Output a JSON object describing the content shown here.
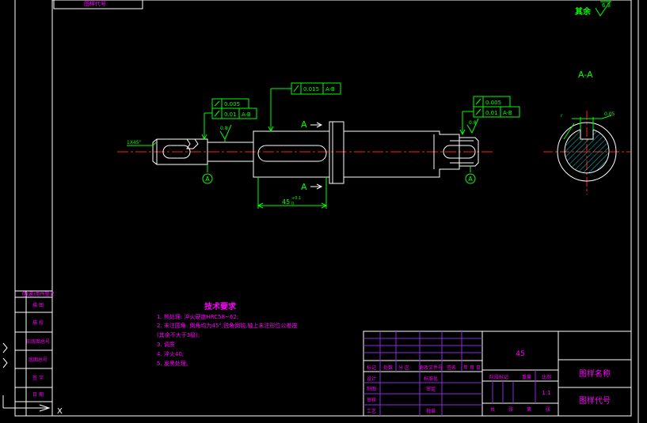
{
  "colors": {
    "background": "#000000",
    "line": "#ffffff",
    "frame": "#ffffff",
    "text": "#ff00ff",
    "centerline": "#ff2020",
    "dimension": "#00ff00",
    "hatch": "#00ffff",
    "table_inner": "#8a2be2"
  },
  "top_stamp": "图样代号",
  "roughness": {
    "label": "其余",
    "value": "6.3"
  },
  "section": {
    "title": "A-A"
  },
  "tolerances": {
    "left_top_value": "0.005",
    "left_bottom_value": "0.01",
    "left_bottom_datum": "A-B",
    "mid_value": "0.015",
    "mid_datum": "A-B",
    "right_top_value": "0.005",
    "right_bottom_value": "0.01",
    "right_bottom_datum": "A-B",
    "section_value": "0.05"
  },
  "dimensions": {
    "left_note": "1X45°",
    "left_roughness": "0.8",
    "right_roughness": "0.8",
    "length": "45",
    "length_sub": "0",
    "length_sup": "+0.1",
    "section_dim": "r",
    "datum_letter": "A",
    "cut_label": "A"
  },
  "tech_req": {
    "title": "技术要求",
    "lines": [
      "1. 热处理: 淬火硬度HRC58~62;",
      "2. 未注圆角: 倒角均为45°,锐角倒钝,轴上未注形位公差按",
      "(其余不大于3级);",
      "3. 调质",
      "4. 淬火40;",
      "5. 发黑处理。"
    ]
  },
  "side_labels": [
    "借(通)用件登记",
    "描 图",
    "描 校",
    "旧底图总号",
    "底图总号",
    "签 字",
    "日 期"
  ],
  "side_marker": "X",
  "title_block": {
    "material": "45",
    "drawing_name": "图样名称",
    "drawing_code": "图样代号",
    "header_cells": [
      "标记",
      "处数",
      "分 区",
      "更改文件号",
      "签名",
      "年 月 日"
    ],
    "row_labels": [
      "设计",
      "制图",
      "审核",
      "工艺"
    ],
    "standardize": "标准化",
    "approve": "审定",
    "check": "批准",
    "stage": "阶段标记",
    "weight": "重量",
    "scale": "比例",
    "scale_value": "1:1",
    "sheet": [
      "共",
      "张",
      "第",
      "张"
    ]
  }
}
